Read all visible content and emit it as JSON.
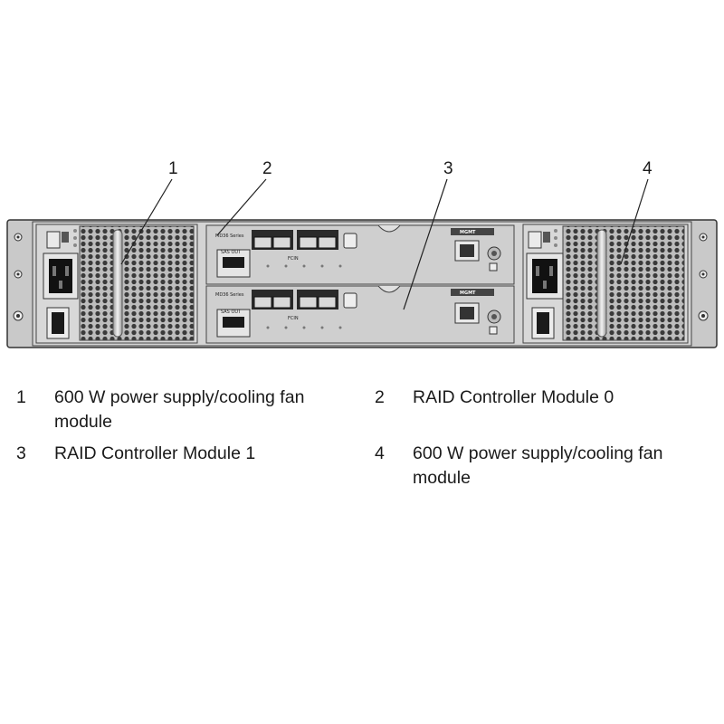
{
  "callouts": [
    {
      "num": "1"
    },
    {
      "num": "2"
    },
    {
      "num": "3"
    },
    {
      "num": "4"
    }
  ],
  "modules": {
    "top_label": "MD36 Series",
    "bottom_label": "MD36 Series",
    "sas_out": "SAS OUT",
    "fcin": "FCIN",
    "mgmt": "MGMT"
  },
  "legend": [
    {
      "num": "1",
      "text": "600 W power supply/cooling fan module"
    },
    {
      "num": "2",
      "text": "RAID Controller Module 0"
    },
    {
      "num": "3",
      "text": "RAID Controller Module 1"
    },
    {
      "num": "4",
      "text": "600 W power supply/cooling fan module"
    }
  ]
}
